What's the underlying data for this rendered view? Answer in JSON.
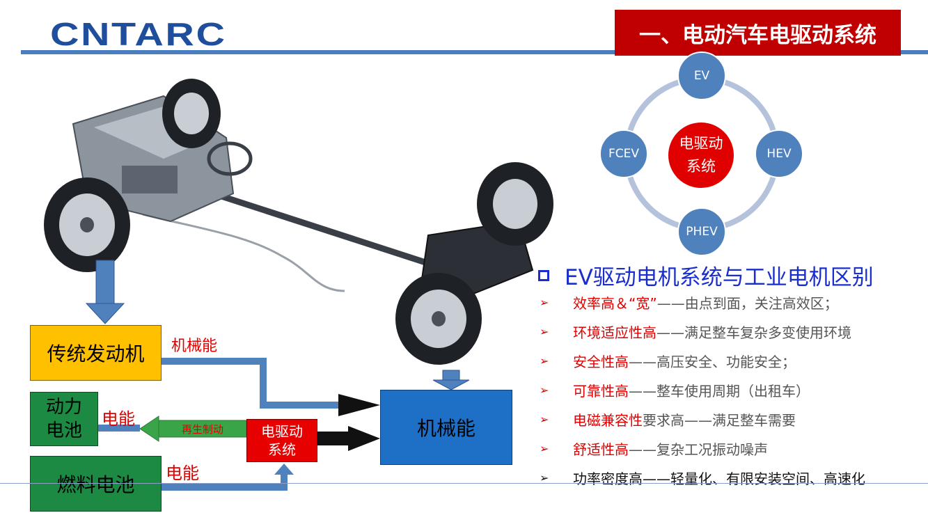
{
  "header": {
    "logo_text": "CNTARC",
    "title": "一、电动汽车电驱动系统"
  },
  "cycle": {
    "center": [
      "电驱动",
      "系统"
    ],
    "nodes": [
      "EV",
      "HEV",
      "PHEV",
      "FCEV"
    ]
  },
  "flow": {
    "engine": "传统发动机",
    "battery": [
      "动力",
      "电池"
    ],
    "fuel_cell": "燃料电池",
    "drive_system": [
      "电驱动",
      "系统"
    ],
    "mechanical": "机械能",
    "label_mech_energy": "机械能",
    "label_elec_battery": "电能",
    "label_elec_fuel": "电能",
    "label_regen": "再生制动"
  },
  "list": {
    "heading": "EV驱动电机系统与工业电机区别",
    "items": [
      {
        "lead": "效率高＆“宽”",
        "rest": "——由点到面，关注高效区；"
      },
      {
        "lead": "环境适应性高",
        "rest": "——满足整车复杂多变使用环境"
      },
      {
        "lead": "安全性高",
        "rest": "——高压安全、功能安全；"
      },
      {
        "lead": "可靠性高",
        "rest": "——整车使用周期（出租车）"
      },
      {
        "lead": "电磁兼容性",
        "rest": "要求高——满足整车需要"
      },
      {
        "lead": "舒适性高",
        "rest": "——复杂工况振动噪声"
      },
      {
        "lead": "功率密度高",
        "rest": "——轻量化、有限安装空间、高速化"
      }
    ]
  },
  "colors": {
    "accent_red": "#c00000",
    "node_blue": "#4f81bd",
    "center_red": "#e10000",
    "engine_yellow": "#ffc000",
    "green": "#1c8a42",
    "mech_blue": "#1e6fc6"
  }
}
